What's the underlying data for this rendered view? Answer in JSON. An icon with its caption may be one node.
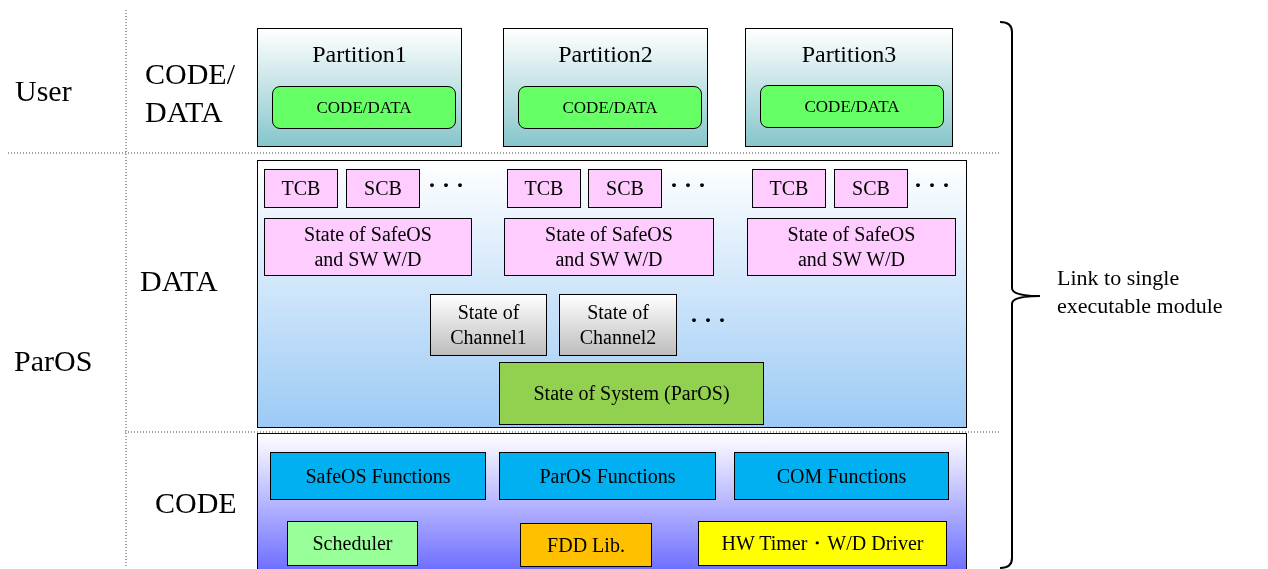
{
  "diagram": {
    "nodes": [
      {
        "text": [
          "Partition1"
        ]
      },
      {
        "text": [
          "CODE/DATA"
        ],
        "in": 0
      },
      {
        "text": [
          "Partition2"
        ]
      },
      {
        "text": [
          "CODE/DATA"
        ],
        "in": 2
      },
      {
        "text": [
          "Partition3"
        ]
      },
      {
        "text": [
          "CODE/DATA"
        ],
        "in": 4
      },
      {
        "text": [],
        "shape": "box"
      },
      {
        "text": [
          "TCB"
        ],
        "in": 6
      },
      {
        "text": [
          "SCB"
        ],
        "in": 6
      },
      {
        "text": [
          "TCB"
        ],
        "in": 6
      },
      {
        "text": [
          "SCB"
        ],
        "in": 6
      },
      {
        "text": [
          "TCB"
        ],
        "in": 6
      },
      {
        "text": [
          "SCB"
        ],
        "in": 6
      },
      {
        "text": [
          "State of SafeOS and SW W/D"
        ],
        "in": 6
      },
      {
        "text": [
          "State of SafeOS and SW W/D"
        ],
        "in": 6
      },
      {
        "text": [
          "State of SafeOS and SW W/D"
        ],
        "in": 6
      },
      {
        "text": [
          "State of Channel1"
        ],
        "in": 6
      },
      {
        "text": [
          "State of Channel2"
        ],
        "in": 6
      },
      {
        "text": [
          "State of System (ParOS)"
        ],
        "in": 6
      },
      {
        "text": [],
        "shape": "box"
      },
      {
        "text": [
          "SafeOS Functions"
        ],
        "in": 19
      },
      {
        "text": [
          "ParOS Functions"
        ],
        "in": 19
      },
      {
        "text": [
          "COM Functions"
        ],
        "in": 19
      },
      {
        "text": [
          "Scheduler"
        ],
        "in": 19
      },
      {
        "text": [
          "FDD Lib."
        ],
        "in": 19
      },
      {
        "text": [
          "HW Timer・W/D Driver"
        ],
        "in": 19
      }
    ],
    "labels": [
      "User",
      "CODE/ DATA",
      "· · ·",
      "· · ·",
      "· · ·",
      "DATA",
      "ParOS",
      "· · ·",
      "CODE",
      "Link to single executable module"
    ]
  }
}
